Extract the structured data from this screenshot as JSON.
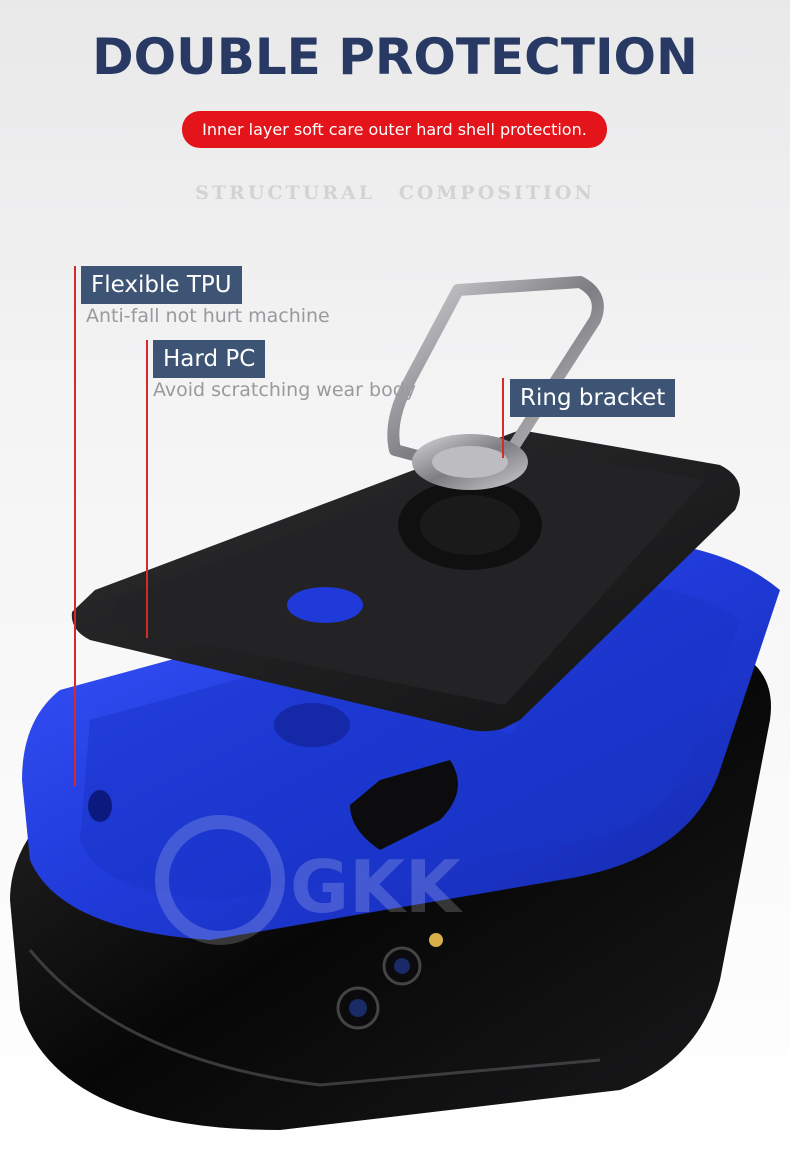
{
  "header": {
    "title": "DOUBLE PROTECTION",
    "subtitle": "Inner layer soft care outer hard shell protection.",
    "section_label": "STRUCTURAL  COMPOSITION"
  },
  "callouts": [
    {
      "label": "Flexible TPU",
      "description": "Anti-fall not hurt machine"
    },
    {
      "label": "Hard PC",
      "description": "Avoid scratching wear body"
    },
    {
      "label": "Ring bracket"
    }
  ],
  "brand": {
    "watermark": "GKK"
  },
  "colors": {
    "title": "#283a63",
    "pill": "#e3141a",
    "label_box": "#3d5474",
    "callout_line": "#d42a2a",
    "tpu_blue": "#1f3fe0",
    "pc_black": "#1c1c1c"
  }
}
